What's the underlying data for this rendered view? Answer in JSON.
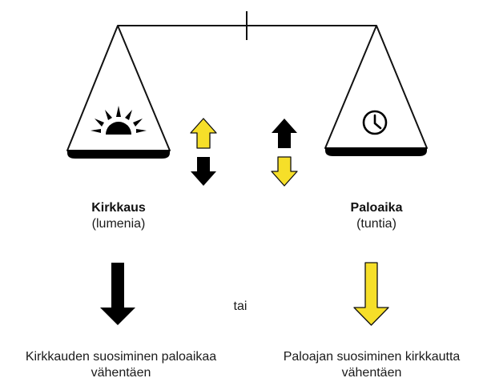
{
  "left": {
    "title": "Kirkkaus",
    "unit": "(lumenia)",
    "caption": "Kirkkauden suosiminen paloaikaa vähentäen",
    "icon": "sun-rising-icon"
  },
  "right": {
    "title": "Paloaika",
    "unit": "(tuntia)",
    "caption": "Paloajan suosiminen kirkkautta vähentäen",
    "icon": "clock-icon"
  },
  "separator": "tai",
  "colors": {
    "stroke": "#111111",
    "yellow": "#f6df29",
    "black": "#000000"
  }
}
